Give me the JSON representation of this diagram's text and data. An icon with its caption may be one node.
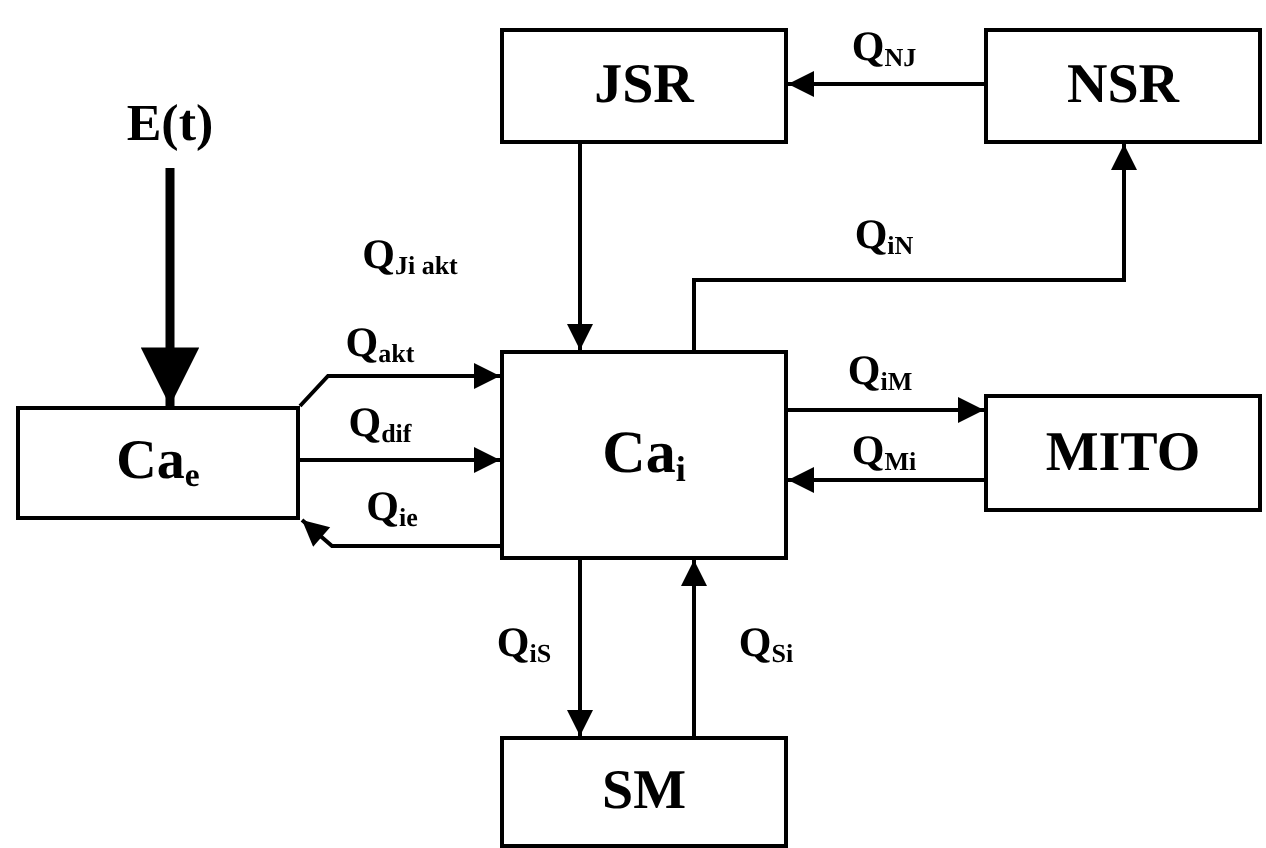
{
  "diagram": {
    "nodes": [
      {
        "text": [
          "E(t)"
        ]
      },
      {
        "text": [
          "JSR"
        ]
      },
      {
        "text": [
          "NSR"
        ]
      },
      {
        "text": [
          "Ca$_{e}$"
        ]
      },
      {
        "text": [
          "Ca$_{i}$"
        ]
      },
      {
        "text": [
          "MITO"
        ]
      },
      {
        "text": [
          "SM"
        ]
      }
    ],
    "edges": [
      {
        "from": 0,
        "to": 3,
        "arrow": "to",
        "style": "thick"
      },
      {
        "from": 2,
        "to": 1,
        "arrow": "to",
        "label": "Q$_{NJ}$"
      },
      {
        "from": 1,
        "to": 4,
        "arrow": "to",
        "label": "Q$_{Ji akt}$"
      },
      {
        "from": 4,
        "to": 2,
        "arrow": "to",
        "label": "Q$_{iN}$"
      },
      {
        "from": 3,
        "to": 4,
        "arrow": "to",
        "label": "Q$_{akt}$"
      },
      {
        "from": 3,
        "to": 4,
        "arrow": "to",
        "label": "Q$_{dif}$"
      },
      {
        "from": 4,
        "to": 3,
        "arrow": "to",
        "label": "Q$_{ie}$"
      },
      {
        "from": 4,
        "to": 5,
        "arrow": "to",
        "label": "Q$_{iM}$"
      },
      {
        "from": 5,
        "to": 4,
        "arrow": "to",
        "label": "Q$_{Mi}$"
      },
      {
        "from": 4,
        "to": 6,
        "arrow": "to",
        "label": "Q$_{iS}$"
      },
      {
        "from": 6,
        "to": 4,
        "arrow": "to",
        "label": "Q$_{Si}$"
      }
    ]
  }
}
